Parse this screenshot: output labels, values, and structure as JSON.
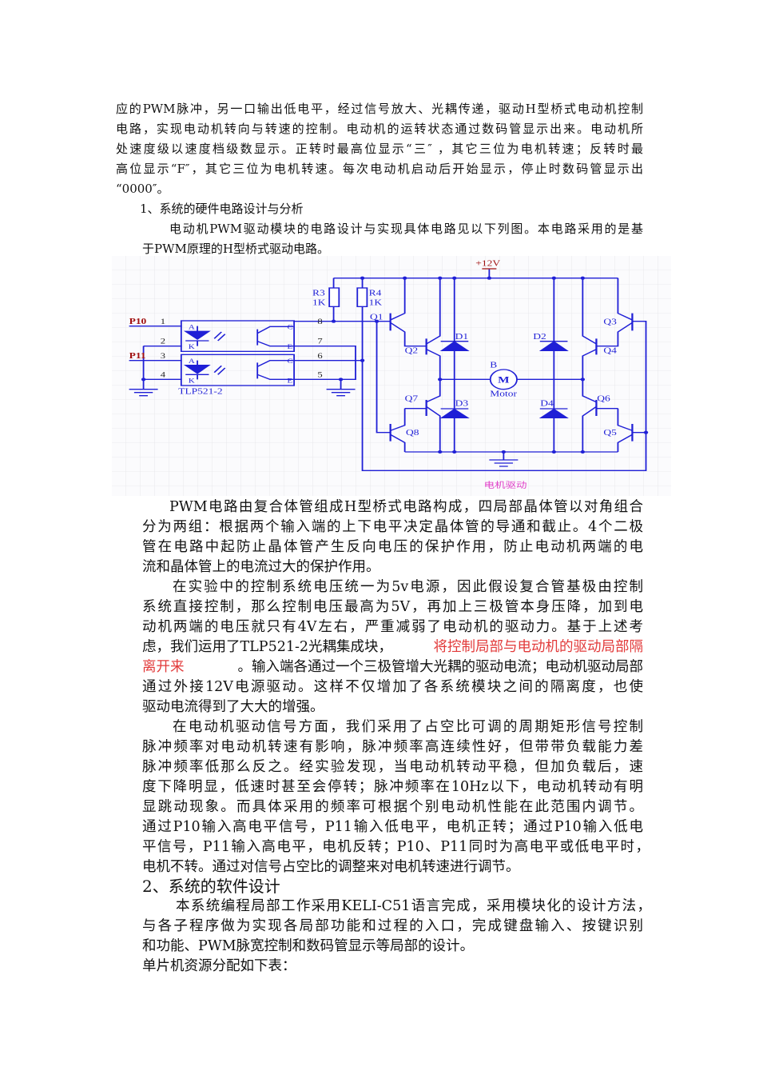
{
  "top_lines": [
    "应的PWM脉冲，另一口输出低电平，经过信号放大、光耦传递，驱动H型桥式电动机控制",
    "电路，实现电动机转向与转速的控制。电动机的运转状态通过数码管显示出来。电动机所",
    "处速度级以速度档级数显示。正转时最高位显示“三″ ，其它三位为电机转速；反转时最",
    "高位显示“F″，其它三位为电机转速。每次电动机启动后开始显示，停止时数码管显示出",
    "“0000″。"
  ],
  "section1_heading": "1、系统的硬件电路设计与分析",
  "intro_lines": [
    "电动机PWM驱动模块的电路设计与实现具体电路见以下列图。本电路采用的是基",
    "于PWM原理的H型桥式驱动电路。"
  ],
  "diagram": {
    "supply": "+12V",
    "inputs": [
      "P10",
      "P11"
    ],
    "pins": [
      "1",
      "2",
      "3",
      "4",
      "5",
      "6",
      "7",
      "8"
    ],
    "chip": "TLP521-2",
    "opto_pins": {
      "a": "A",
      "k": "K",
      "c": "C",
      "e": "E"
    },
    "resistors": [
      {
        "name": "R3",
        "value": "1K"
      },
      {
        "name": "R4",
        "value": "1K"
      }
    ],
    "transistors": [
      "Q1",
      "Q2",
      "Q3",
      "Q4",
      "Q5",
      "Q6",
      "Q7",
      "Q8"
    ],
    "diodes": [
      "D1",
      "D2",
      "D3",
      "D4"
    ],
    "motor_ref": "B",
    "motor_symbol": "M",
    "motor_label": "Motor",
    "caption": "电机驱动",
    "colors": {
      "wire": "#1f1fd6",
      "label_red": "#a01010",
      "caption": "#e040c8"
    }
  },
  "para1_lines": [
    "PWM电路由复合体管组成H型桥式电路构成，四局部晶体管以对角组合",
    "分为两组：根据两个输入端的上下电平决定晶体管的导通和截止。4个二极",
    "管在电路中起防止晶体管产生反向电压的保护作用，防止电动机两端的电",
    "流和晶体管上的电流过大的保护作用。"
  ],
  "para2": {
    "lines_before": [
      "在实验中的控制系统电压统一为5v电源，因此假设复合管基极由控制",
      "系统直接控制，那么控制电压最高为5V，再加上三极管本身压降，加到电",
      "动机两端的电压就只有4V左右，严重减弱了电动机的驱动力。基于上述考"
    ],
    "line4_plain": "虑，我们运用了TLP521-2光耦集成块，",
    "line4_red": "将控制局部与电动机的驱动局部隔",
    "line5_red": "离开来",
    "line5_plain": "。输入端各通过一个三极管增大光耦的驱动电流；电动机驱动局部",
    "lines_after": [
      "通过外接12V电源驱动。这样不仅增加了各系统模块之间的隔离度，也使",
      "驱动电流得到了大大的增强。"
    ],
    "highlight_color": "#e23a3a"
  },
  "para3_lines": [
    "在电动机驱动信号方面，我们采用了占空比可调的周期矩形信号控制",
    "脉冲频率对电动机转速有影响，脉冲频率高连续性好，但带带负载能力差",
    "脉冲频率低那么反之。经实验发现，当电动机转动平稳，但加负载后，速",
    "度下降明显，低速时甚至会停转；脉冲频率在10Hz以下，电动机转动有明",
    "显跳动现象。而具体采用的频率可根据个别电动机性能在此范围内调节。",
    "通过P10输入高电平信号，P11输入低电平，电机正转；通过P10输入低电",
    "平信号，P11输入高电平，电机反转；P10、P11同时为高电平或低电平时，",
    "电机不转。通过对信号占空比的调整来对电机转速进行调节。"
  ],
  "section2_heading": "2、系统的软件设计",
  "para4_lines": [
    "本系统编程局部工作采用KELI-C51语言完成，采用模块化的设计方法，",
    "与各子程序做为实现各局部功能和过程的入口，完成键盘输入、按键识别",
    "和功能、PWM脉宽控制和数码管显示等局部的设计。",
    "单片机资源分配如下表："
  ]
}
